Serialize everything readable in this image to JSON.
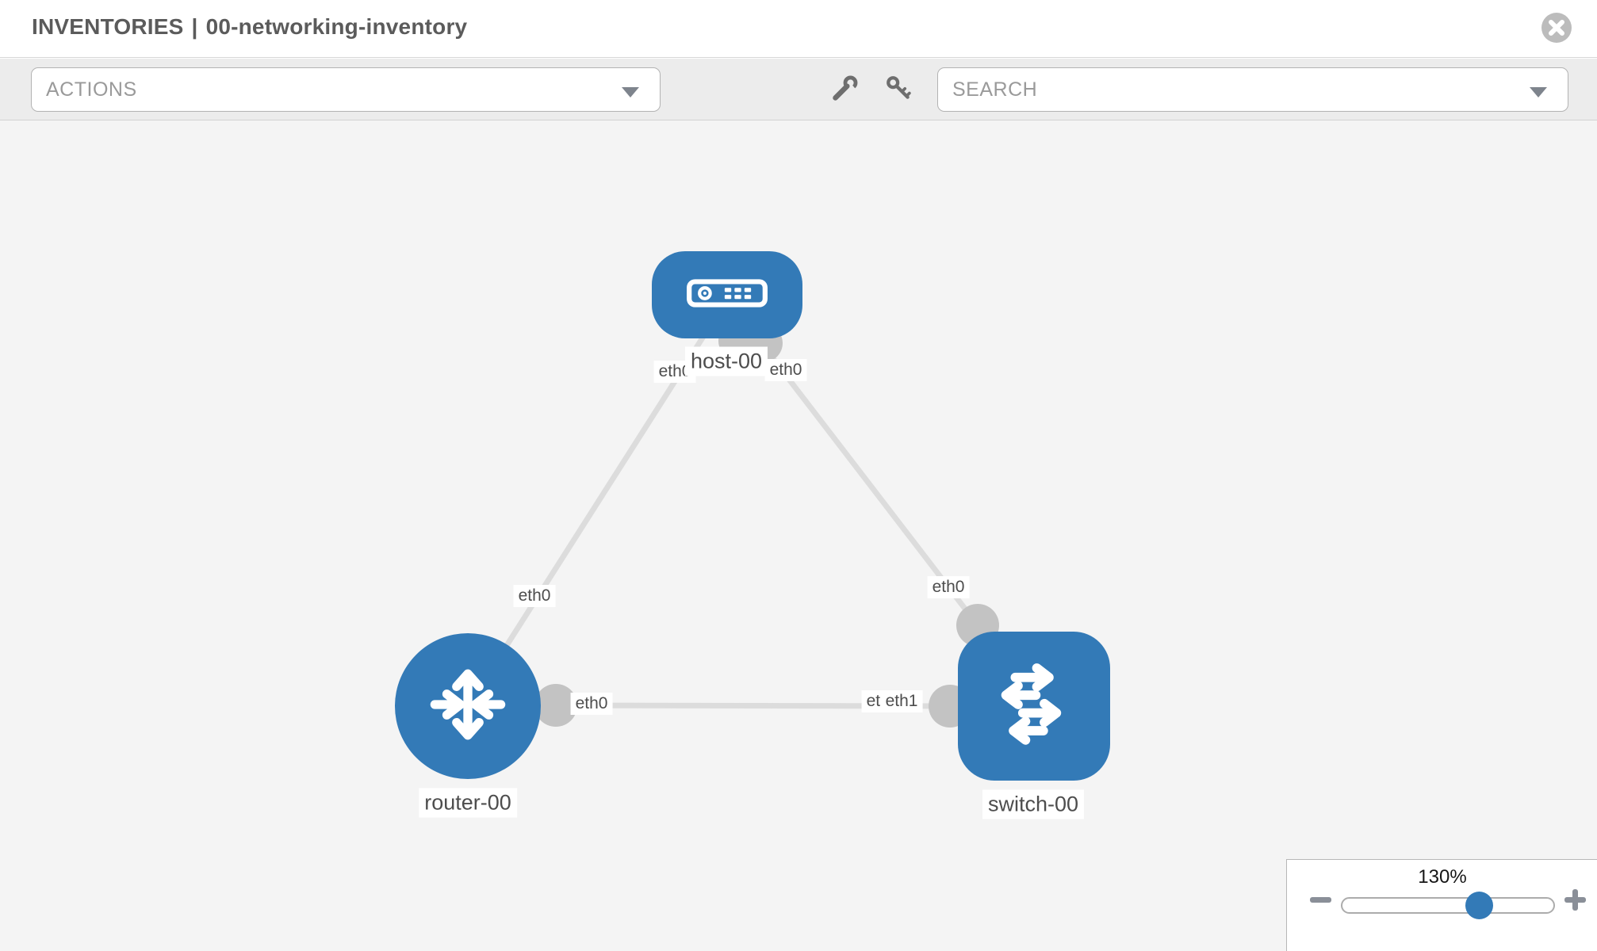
{
  "header": {
    "breadcrumb": "INVENTORIES",
    "separator": "|",
    "inventory_name": "00-networking-inventory"
  },
  "toolbar": {
    "actions_placeholder": "ACTIONS",
    "search_placeholder": "SEARCH",
    "icons": [
      "wrench-icon",
      "key-icon"
    ]
  },
  "colors": {
    "node_blue": "#337ab7",
    "link_gray": "#dcdcdc",
    "connector_gray": "#c3c3c3",
    "canvas_bg": "#f4f4f4",
    "toolbar_bg": "#ececec",
    "label_text": "#4d4d4d"
  },
  "topology": {
    "nodes": [
      {
        "id": "host-00",
        "type": "host",
        "label": "host-00"
      },
      {
        "id": "router-00",
        "type": "router",
        "label": "router-00"
      },
      {
        "id": "switch-00",
        "type": "switch",
        "label": "switch-00"
      }
    ],
    "links": [
      {
        "from": "host-00",
        "to": "router-00",
        "from_interface": "eth0",
        "to_interface": "eth0"
      },
      {
        "from": "host-00",
        "to": "switch-00",
        "from_interface": "eth0",
        "to_interface": "eth0"
      },
      {
        "from": "router-00",
        "to": "switch-00",
        "from_interface": "eth0",
        "to_interface": "eth1",
        "occluded_interface_label": "eth1"
      }
    ]
  },
  "zoom_control": {
    "value": "130%"
  }
}
